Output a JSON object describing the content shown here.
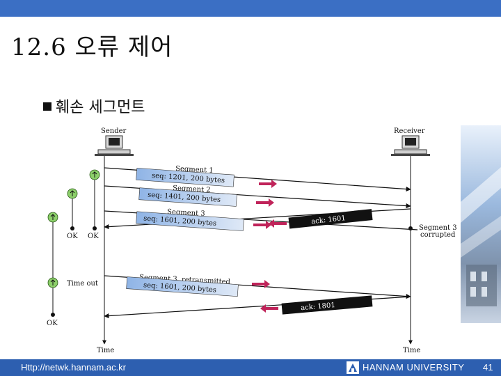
{
  "slide": {
    "title": "12.6 오류 제어",
    "bullet": "훼손 세그먼트",
    "accent_color": "#3b6fc4"
  },
  "diagram": {
    "sender_label": "Sender",
    "receiver_label": "Receiver",
    "segment1_title": "Segment 1",
    "segment1_seq": "seq: 1201, 200 bytes",
    "segment2_title": "Segment 2",
    "segment2_seq": "seq: 1401, 200 bytes",
    "segment3_title": "Segment 3",
    "segment3_seq": "seq: 1601, 200 bytes",
    "ack1": "ack: 1601",
    "corrupted_line1": "Segment 3",
    "corrupted_line2": "corrupted",
    "ok_label_1": "OK",
    "ok_label_2": "OK",
    "timeout_label": "Time out",
    "retransmit_title": "Segment 3, retransmitted",
    "retransmit_seq": "seq: 1601, 200 bytes",
    "ack2": "ack: 1801",
    "ok_label_3": "OK",
    "time_left": "Time",
    "time_right": "Time"
  },
  "footer": {
    "url": "Http://netwk.hannam.ac.kr",
    "university": "HANNAM UNIVERSITY",
    "page": "41"
  }
}
